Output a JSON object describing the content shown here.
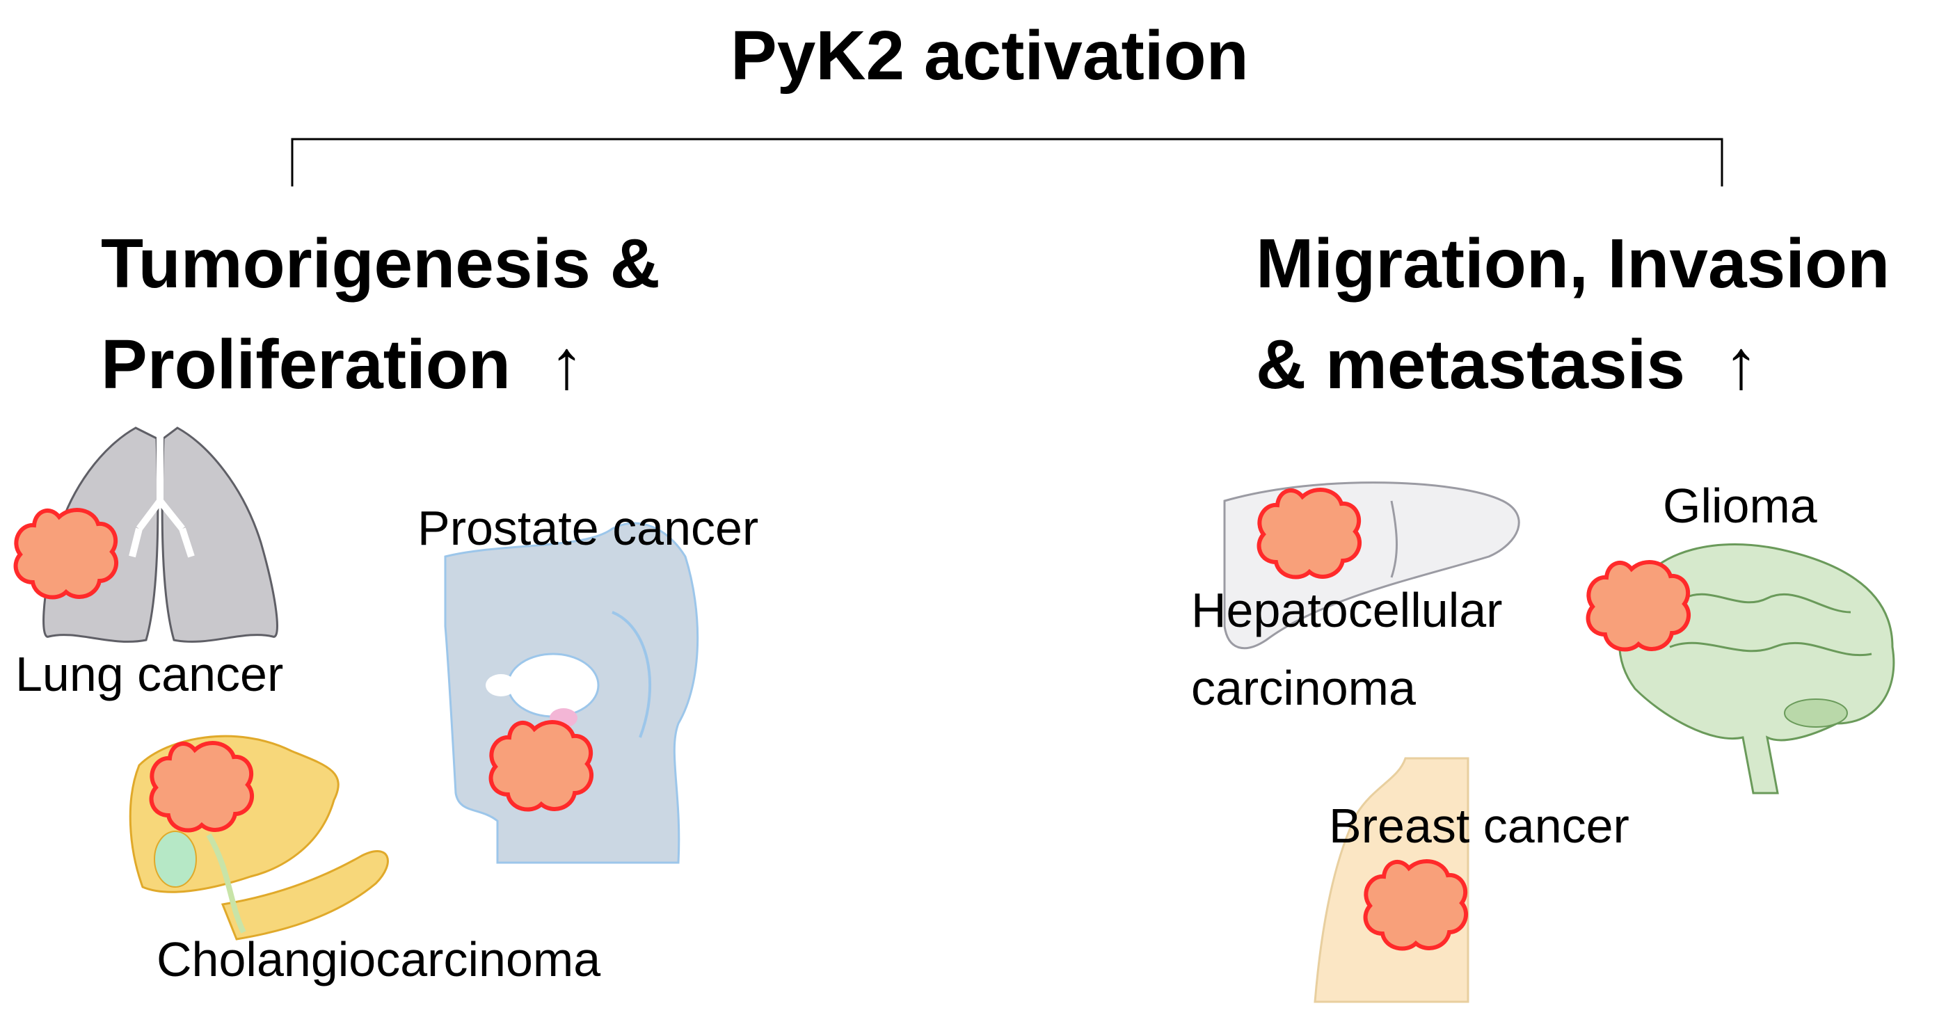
{
  "title": "PyK2 activation",
  "left_branch": {
    "heading_line1": "Tumorigenesis &",
    "heading_line2": "Proliferation  ↑",
    "cancers": {
      "lung": "Lung cancer",
      "prostate": "Prostate cancer",
      "cholangio": "Cholangiocarcinoma"
    }
  },
  "right_branch": {
    "heading_line1": "Migration, Invasion",
    "heading_line2": "& metastasis  ↑",
    "cancers": {
      "hcc_line1": "Hepatocellular",
      "hcc_line2": "carcinoma",
      "glioma": "Glioma",
      "breast": "Breast cancer"
    }
  },
  "colors": {
    "tumor_fill": "#f8a07a",
    "tumor_outline": "#ff2a2a",
    "lung": "#c9c8cc",
    "pelvis": "#cbd7e3",
    "biliary": "#f7d77a",
    "liver": "#f0f0f2",
    "brain": "#d6e9cc",
    "torso": "#fbe6c4"
  }
}
